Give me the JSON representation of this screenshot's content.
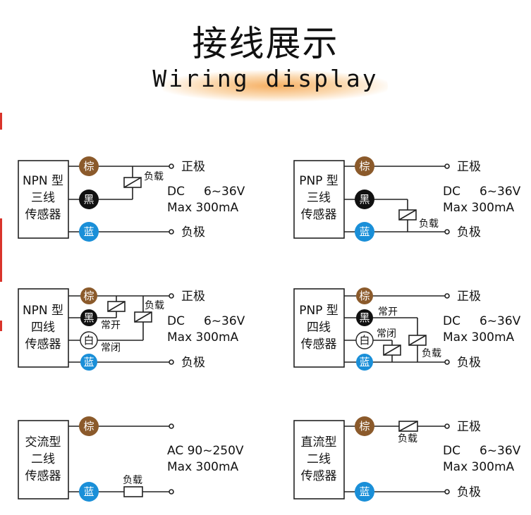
{
  "header": {
    "title": "接线展示",
    "subtitle": "Wiring display"
  },
  "wires": {
    "brown": "棕",
    "black": "黑",
    "blue": "蓝",
    "white": "白"
  },
  "labels": {
    "positive": "正极",
    "negative": "负极",
    "load": "负载",
    "normally_open": "常开",
    "normally_closed": "常闭"
  },
  "specs": {
    "dc_voltage": "DC     6~36V",
    "ac_voltage": "AC 90~250V",
    "current": "Max 300mA"
  },
  "boxes": {
    "npn3": [
      "NPN 型",
      "三线",
      "传感器"
    ],
    "pnp3": [
      "PNP 型",
      "三线",
      "传感器"
    ],
    "npn4": [
      "NPN 型",
      "四线",
      "传感器"
    ],
    "pnp4": [
      "PNP 型",
      "四线",
      "传感器"
    ],
    "ac2": [
      "交流型",
      "二线",
      "传感器"
    ],
    "dc2": [
      "直流型",
      "二线",
      "传感器"
    ]
  },
  "colors": {
    "brown": "#8b5a2b",
    "black": "#111111",
    "blue": "#1a8fd8",
    "white": "#ffffff",
    "line": "#222222",
    "accent_glow": "#f5a650"
  }
}
